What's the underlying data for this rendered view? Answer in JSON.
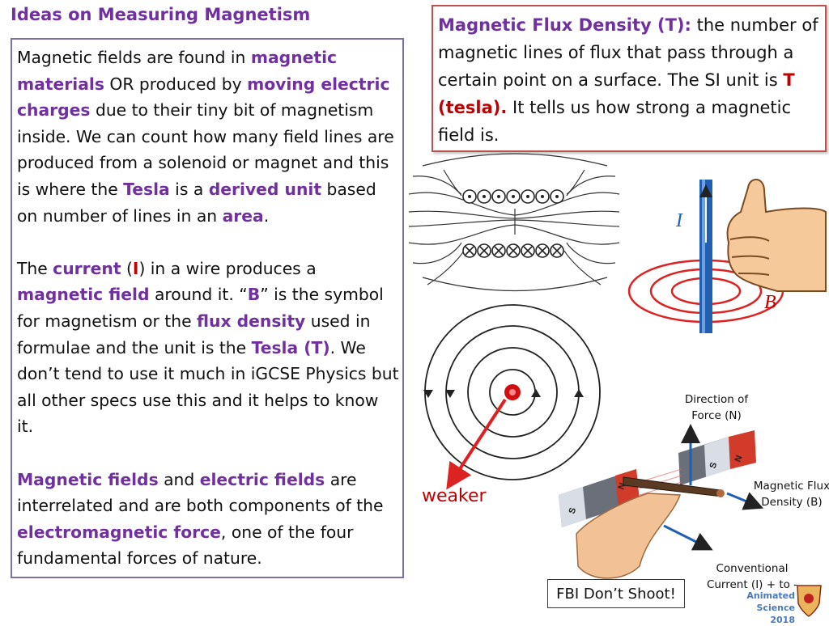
{
  "title": "Ideas on Measuring Magnetism",
  "left_text": {
    "p1": {
      "s1": "Magnetic fields are found in ",
      "k1": "magnetic materials",
      "s2": " OR produced by ",
      "k2": "moving electric charges",
      "s3": " due to their tiny bit of magnetism inside. We can count how many field lines are produced from a solenoid or magnet and this is where the ",
      "k3": "Tesla",
      "s4": " is a ",
      "k4": "derived unit",
      "s5": " based on number of lines in an ",
      "k5": "area",
      "s6": "."
    },
    "p2": {
      "s1": "The ",
      "k1": "current",
      "s2": " (",
      "k2": "I",
      "s3": ") in a wire produces a ",
      "k3": "magnetic field",
      "s4": " around it. “",
      "k4": "B",
      "s5": "” is the symbol for magnetism or the ",
      "k5": "flux density",
      "s6": " used in formulae and the unit is the ",
      "k6": "Tesla (T)",
      "s7": ". We don’t tend to use it much in iGCSE Physics but all other specs use this and it helps to know it."
    },
    "p3": {
      "k1": "Magnetic fields",
      "s1": " and ",
      "k2": "electric fields",
      "s2": " are interrelated and are both components of the ",
      "k3": "electromagnetic force",
      "s3": ", one of the four fundamental forces of nature."
    }
  },
  "flux_box": {
    "term": "Magnetic Flux Density (T):",
    "s1": " the number of magnetic lines of flux that pass through a certain point on a surface. The SI unit is ",
    "unit": "T (tesla).",
    "s2": " It tells us how strong a magnetic field is."
  },
  "wire_labels": {
    "current": "I",
    "field": "B"
  },
  "rule_labels": {
    "force": "Direction of Force (N)",
    "field": "Magnetic Flux Density (B)",
    "current": "Conventional Current (I) + to -"
  },
  "magnet_labels": {
    "south": "S",
    "north": "N"
  },
  "weaker_label": "weaker",
  "fbi_label": "FBI Don’t Shoot!",
  "brand": {
    "name": "Animated Science",
    "year": "2018"
  },
  "colors": {
    "purple": "#7030a0",
    "red": "#c00000",
    "blue": "#1f5fb4"
  }
}
